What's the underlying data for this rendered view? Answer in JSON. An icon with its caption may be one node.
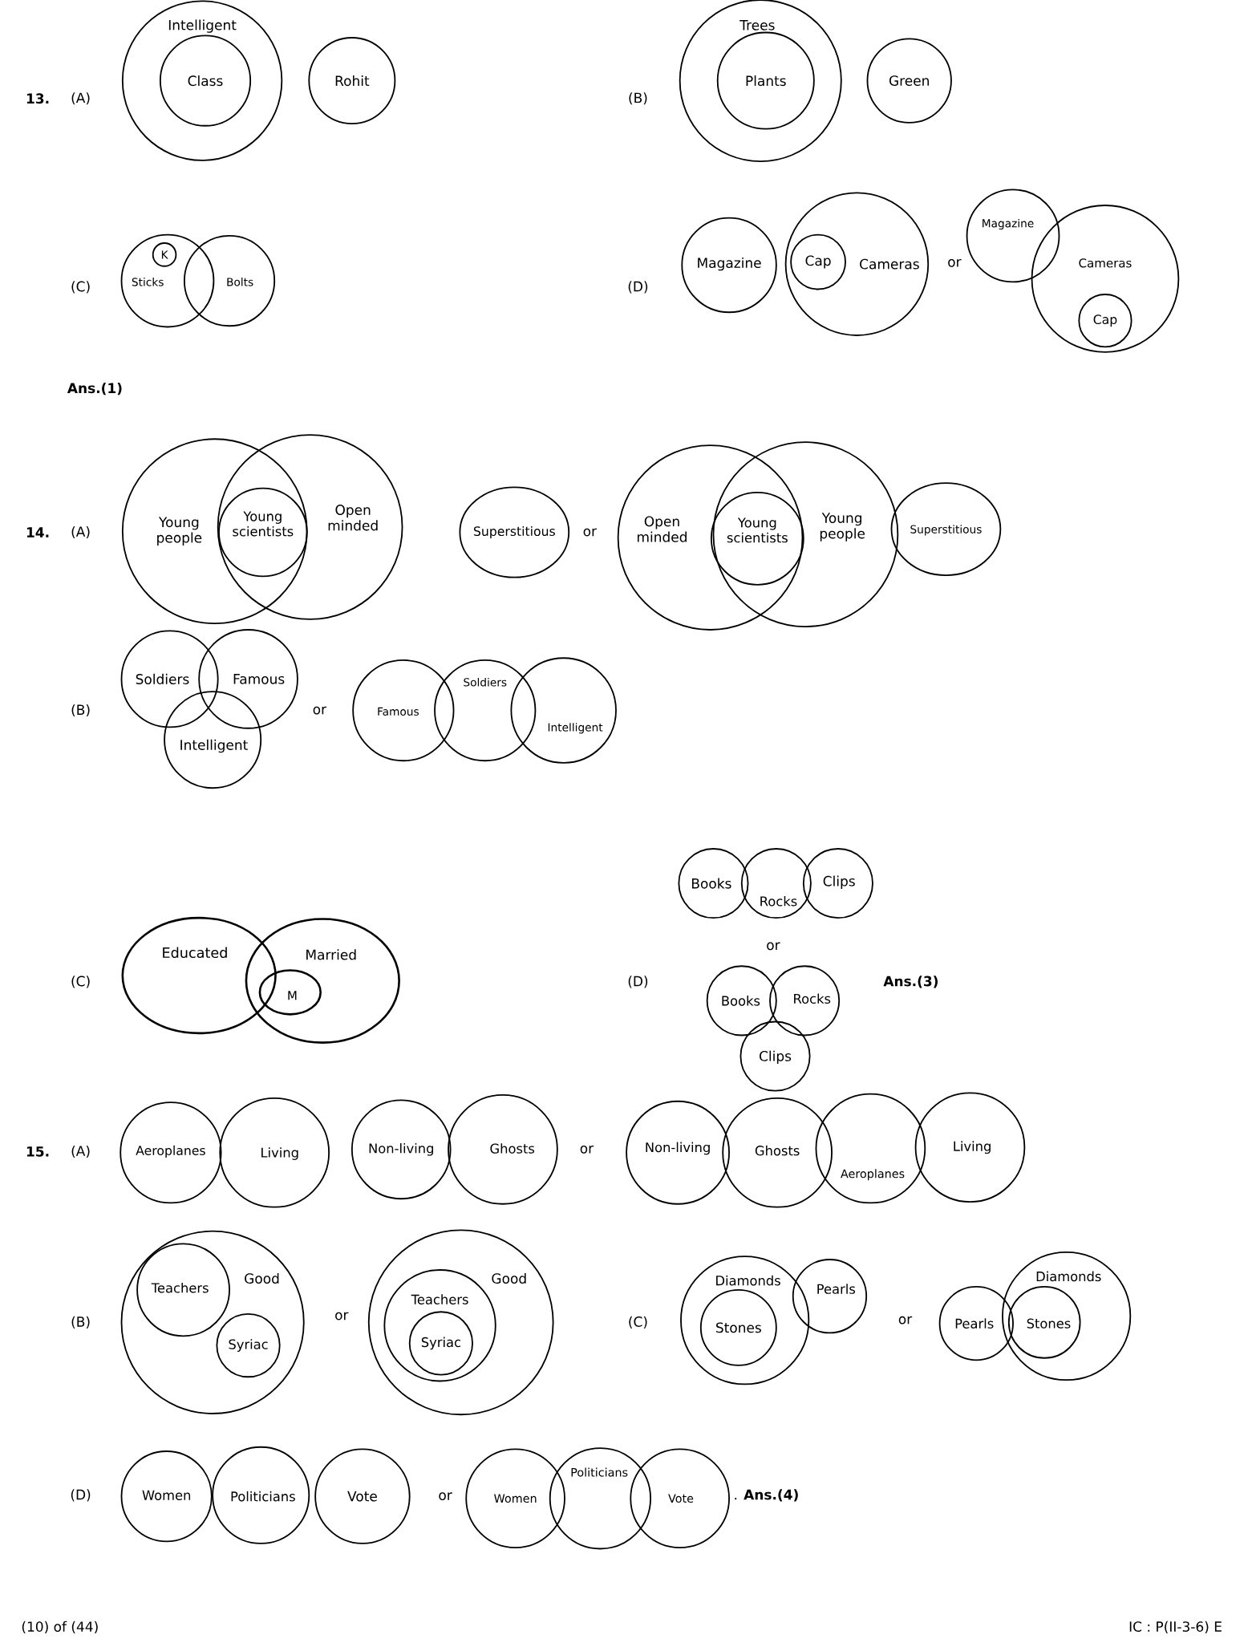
{
  "diagram": {
    "nodes": [
      {
        "text": [
          "Intelligent"
        ]
      },
      {
        "text": [
          "Class"
        ],
        "in": 0
      },
      {
        "text": [
          "Rohit"
        ]
      },
      {
        "text": [
          "Trees"
        ]
      },
      {
        "text": [
          "Plants"
        ],
        "in": 3
      },
      {
        "text": [
          "Green"
        ]
      },
      {
        "text": [
          "Sticks"
        ]
      },
      {
        "text": [
          "K"
        ],
        "in": 6
      },
      {
        "text": [
          "Bolts"
        ]
      },
      {
        "text": [
          "Magazine"
        ]
      },
      {
        "text": [
          "Cameras"
        ]
      },
      {
        "text": [
          "Cap"
        ],
        "in": 10
      },
      {
        "text": [
          "Magazine"
        ]
      },
      {
        "text": [
          "Cameras"
        ]
      },
      {
        "text": [
          "Cap"
        ],
        "in": 13
      },
      {
        "text": [
          "Young people"
        ]
      },
      {
        "text": [
          "Open minded"
        ]
      },
      {
        "text": [
          "Young scientists"
        ]
      },
      {
        "text": [
          "Superstitious"
        ]
      },
      {
        "text": [
          "Open minded"
        ]
      },
      {
        "text": [
          "Young people"
        ]
      },
      {
        "text": [
          "Young scientists"
        ]
      },
      {
        "text": [
          "Superstitious"
        ]
      },
      {
        "text": [
          "Soldiers"
        ]
      },
      {
        "text": [
          "Famous"
        ]
      },
      {
        "text": [
          "Intelligent"
        ]
      },
      {
        "text": [
          "Famous"
        ]
      },
      {
        "text": [
          "Soldiers"
        ]
      },
      {
        "text": [
          "Intelligent"
        ]
      },
      {
        "text": [
          "Educated"
        ]
      },
      {
        "text": [
          "Married"
        ]
      },
      {
        "text": [
          "M"
        ],
        "in": 30
      },
      {
        "text": [
          "Books"
        ]
      },
      {
        "text": [
          "Rocks"
        ]
      },
      {
        "text": [
          "Clips"
        ]
      },
      {
        "text": [
          "Books"
        ]
      },
      {
        "text": [
          "Rocks"
        ]
      },
      {
        "text": [
          "Clips"
        ]
      },
      {
        "text": [
          "Aeroplanes"
        ]
      },
      {
        "text": [
          "Living"
        ]
      },
      {
        "text": [
          "Non-living"
        ]
      },
      {
        "text": [
          "Ghosts"
        ]
      },
      {
        "text": [
          "Non-living"
        ]
      },
      {
        "text": [
          "Ghosts"
        ]
      },
      {
        "text": [
          "Aeroplanes"
        ]
      },
      {
        "text": [
          "Living"
        ]
      },
      {
        "text": [
          "Good"
        ]
      },
      {
        "text": [
          "Teachers"
        ],
        "in": 46
      },
      {
        "text": [
          "Syriac"
        ],
        "in": 46
      },
      {
        "text": [
          "Good"
        ]
      },
      {
        "text": [
          "Teachers"
        ],
        "in": 49
      },
      {
        "text": [
          "Syriac"
        ],
        "in": 50
      },
      {
        "text": [
          "Diamonds"
        ]
      },
      {
        "text": [
          "Stones"
        ],
        "in": 52
      },
      {
        "text": [
          "Pearls"
        ]
      },
      {
        "text": [
          "Pearls"
        ]
      },
      {
        "text": [
          "Diamonds"
        ]
      },
      {
        "text": [
          "Stones"
        ],
        "in": 56
      },
      {
        "text": [
          "Women"
        ]
      },
      {
        "text": [
          "Politicians"
        ]
      },
      {
        "text": [
          "Vote"
        ]
      },
      {
        "text": [
          "Women"
        ]
      },
      {
        "text": [
          "Politicians"
        ]
      },
      {
        "text": [
          "Vote"
        ]
      }
    ],
    "labels": [
      "13.",
      "(A)",
      "(B)",
      "(C)",
      "(D)",
      "or",
      "Ans.(1)",
      "14.",
      "(A)",
      "or",
      "(B)",
      "or",
      "(C)",
      "(D)",
      "or",
      "Ans.(3)",
      "15.",
      "(A)",
      "or",
      "(B)",
      "or",
      "(C)",
      "or",
      "(D)",
      "or",
      ". **Ans.(4)**",
      "(10) of (44)",
      "IC : P(II-3-6) E"
    ]
  }
}
